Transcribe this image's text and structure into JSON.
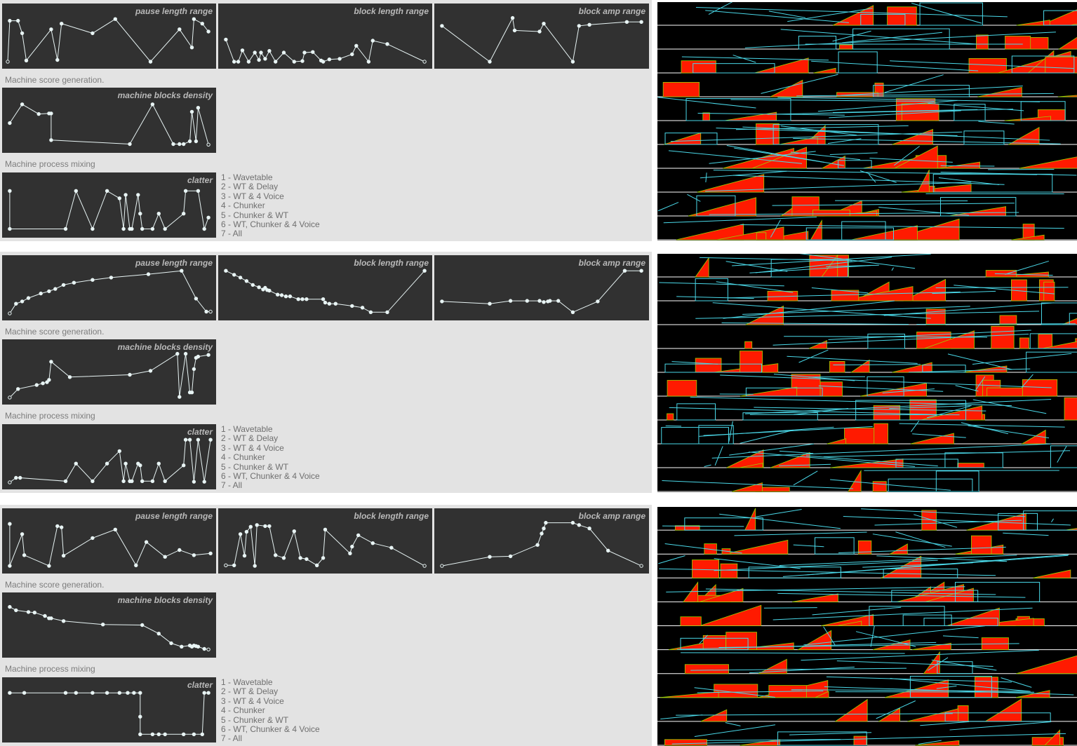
{
  "envelope_titles": {
    "pause": "pause length range",
    "block_length": "block length range",
    "block_amp": "block amp range",
    "density": "machine blocks density",
    "clatter": "clatter"
  },
  "captions": {
    "score_generation": "Machine score generation.",
    "process_mixing": "Machine process mixing"
  },
  "mixing_modes": [
    "1 - Wavetable",
    "2 - WT & Delay",
    "3 - WT  & 4 Voice",
    "4 - Chunker",
    "5 - Chunker & WT",
    "6 - WT, Chunker & 4 Voice",
    "7 - All"
  ],
  "colors": {
    "panel_bg": "#e3e3e3",
    "env_bg": "#313131",
    "env_line": "#e8f4f4",
    "score_bg": "#000000",
    "score_line": "#4ad8e8",
    "score_fill": "#ff1a00"
  },
  "machines": [
    {
      "envelopes": {
        "pause": [
          [
            0.01,
            0.05
          ],
          [
            0.02,
            0.77
          ],
          [
            0.06,
            0.77
          ],
          [
            0.08,
            0.55
          ],
          [
            0.1,
            0.07
          ],
          [
            0.22,
            0.62
          ],
          [
            0.25,
            0.08
          ],
          [
            0.27,
            0.72
          ],
          [
            0.42,
            0.55
          ],
          [
            0.53,
            0.8
          ],
          [
            0.7,
            0.05
          ],
          [
            0.84,
            0.62
          ],
          [
            0.9,
            0.3
          ],
          [
            0.91,
            0.8
          ],
          [
            0.95,
            0.72
          ],
          [
            0.98,
            0.58
          ]
        ],
        "block_length": [
          [
            0.02,
            0.44
          ],
          [
            0.06,
            0.05
          ],
          [
            0.08,
            0.05
          ],
          [
            0.1,
            0.25
          ],
          [
            0.13,
            0.05
          ],
          [
            0.16,
            0.21
          ],
          [
            0.18,
            0.08
          ],
          [
            0.19,
            0.21
          ],
          [
            0.21,
            0.1
          ],
          [
            0.23,
            0.24
          ],
          [
            0.26,
            0.05
          ],
          [
            0.3,
            0.21
          ],
          [
            0.35,
            0.05
          ],
          [
            0.39,
            0.06
          ],
          [
            0.4,
            0.21
          ],
          [
            0.44,
            0.22
          ],
          [
            0.48,
            0.07
          ],
          [
            0.49,
            0.05
          ],
          [
            0.52,
            0.09
          ],
          [
            0.57,
            0.1
          ],
          [
            0.63,
            0.18
          ],
          [
            0.65,
            0.33
          ],
          [
            0.71,
            0.05
          ],
          [
            0.73,
            0.42
          ],
          [
            0.8,
            0.36
          ],
          [
            0.98,
            0.05
          ]
        ],
        "block_amp": [
          [
            0.02,
            0.68
          ],
          [
            0.25,
            0.05
          ],
          [
            0.36,
            0.82
          ],
          [
            0.37,
            0.6
          ],
          [
            0.49,
            0.58
          ],
          [
            0.51,
            0.72
          ],
          [
            0.65,
            0.05
          ],
          [
            0.68,
            0.68
          ],
          [
            0.73,
            0.7
          ],
          [
            0.91,
            0.75
          ],
          [
            0.98,
            0.75
          ]
        ],
        "density": [
          [
            0.02,
            0.45
          ],
          [
            0.08,
            0.78
          ],
          [
            0.16,
            0.61
          ],
          [
            0.21,
            0.62
          ],
          [
            0.22,
            0.62
          ],
          [
            0.22,
            0.15
          ],
          [
            0.6,
            0.08
          ],
          [
            0.71,
            0.78
          ],
          [
            0.81,
            0.08
          ],
          [
            0.84,
            0.08
          ],
          [
            0.86,
            0.08
          ],
          [
            0.89,
            0.13
          ],
          [
            0.9,
            0.65
          ],
          [
            0.92,
            0.13
          ],
          [
            0.93,
            0.72
          ],
          [
            0.98,
            0.07
          ]
        ],
        "clatter": [
          [
            0.02,
            0.75
          ],
          [
            0.02,
            0.08
          ],
          [
            0.29,
            0.08
          ],
          [
            0.34,
            0.75
          ],
          [
            0.42,
            0.08
          ],
          [
            0.49,
            0.75
          ],
          [
            0.55,
            0.62
          ],
          [
            0.57,
            0.08
          ],
          [
            0.58,
            0.68
          ],
          [
            0.6,
            0.08
          ],
          [
            0.61,
            0.08
          ],
          [
            0.64,
            0.68
          ],
          [
            0.65,
            0.35
          ],
          [
            0.66,
            0.08
          ],
          [
            0.71,
            0.08
          ],
          [
            0.74,
            0.35
          ],
          [
            0.77,
            0.08
          ],
          [
            0.86,
            0.35
          ],
          [
            0.87,
            0.75
          ],
          [
            0.93,
            0.75
          ],
          [
            0.96,
            0.08
          ],
          [
            0.98,
            0.28
          ]
        ]
      }
    },
    {
      "envelopes": {
        "pause": [
          [
            0.02,
            0.05
          ],
          [
            0.05,
            0.22
          ],
          [
            0.08,
            0.26
          ],
          [
            0.11,
            0.32
          ],
          [
            0.17,
            0.4
          ],
          [
            0.21,
            0.44
          ],
          [
            0.24,
            0.48
          ],
          [
            0.28,
            0.55
          ],
          [
            0.33,
            0.59
          ],
          [
            0.42,
            0.64
          ],
          [
            0.51,
            0.68
          ],
          [
            0.69,
            0.74
          ],
          [
            0.85,
            0.8
          ],
          [
            0.92,
            0.31
          ],
          [
            0.97,
            0.08
          ],
          [
            0.99,
            0.08
          ]
        ],
        "block_length": [
          [
            0.02,
            0.8
          ],
          [
            0.06,
            0.73
          ],
          [
            0.09,
            0.68
          ],
          [
            0.12,
            0.62
          ],
          [
            0.15,
            0.55
          ],
          [
            0.18,
            0.51
          ],
          [
            0.2,
            0.47
          ],
          [
            0.21,
            0.5
          ],
          [
            0.22,
            0.46
          ],
          [
            0.23,
            0.45
          ],
          [
            0.27,
            0.38
          ],
          [
            0.29,
            0.37
          ],
          [
            0.31,
            0.35
          ],
          [
            0.33,
            0.35
          ],
          [
            0.37,
            0.3
          ],
          [
            0.39,
            0.3
          ],
          [
            0.41,
            0.3
          ],
          [
            0.49,
            0.3
          ],
          [
            0.5,
            0.24
          ],
          [
            0.52,
            0.22
          ],
          [
            0.55,
            0.22
          ],
          [
            0.63,
            0.18
          ],
          [
            0.68,
            0.15
          ],
          [
            0.72,
            0.07
          ],
          [
            0.8,
            0.07
          ],
          [
            0.98,
            0.8
          ]
        ],
        "block_amp": [
          [
            0.02,
            0.26
          ],
          [
            0.25,
            0.22
          ],
          [
            0.35,
            0.27
          ],
          [
            0.43,
            0.27
          ],
          [
            0.49,
            0.27
          ],
          [
            0.51,
            0.25
          ],
          [
            0.53,
            0.26
          ],
          [
            0.54,
            0.27
          ],
          [
            0.58,
            0.27
          ],
          [
            0.65,
            0.07
          ],
          [
            0.77,
            0.26
          ],
          [
            0.9,
            0.8
          ],
          [
            0.98,
            0.8
          ]
        ],
        "density": [
          [
            0.02,
            0.05
          ],
          [
            0.06,
            0.2
          ],
          [
            0.15,
            0.27
          ],
          [
            0.18,
            0.3
          ],
          [
            0.2,
            0.32
          ],
          [
            0.21,
            0.36
          ],
          [
            0.22,
            0.68
          ],
          [
            0.31,
            0.41
          ],
          [
            0.6,
            0.45
          ],
          [
            0.7,
            0.52
          ],
          [
            0.83,
            0.82
          ],
          [
            0.84,
            0.06
          ],
          [
            0.87,
            0.82
          ],
          [
            0.89,
            0.14
          ],
          [
            0.9,
            0.14
          ],
          [
            0.91,
            0.55
          ],
          [
            0.92,
            0.75
          ],
          [
            0.93,
            0.77
          ],
          [
            0.98,
            0.8
          ]
        ],
        "clatter": [
          [
            0.02,
            0.05
          ],
          [
            0.05,
            0.13
          ],
          [
            0.07,
            0.13
          ],
          [
            0.29,
            0.07
          ],
          [
            0.34,
            0.38
          ],
          [
            0.42,
            0.07
          ],
          [
            0.49,
            0.38
          ],
          [
            0.55,
            0.6
          ],
          [
            0.57,
            0.07
          ],
          [
            0.58,
            0.38
          ],
          [
            0.6,
            0.07
          ],
          [
            0.61,
            0.07
          ],
          [
            0.64,
            0.38
          ],
          [
            0.65,
            0.35
          ],
          [
            0.66,
            0.07
          ],
          [
            0.71,
            0.07
          ],
          [
            0.74,
            0.38
          ],
          [
            0.77,
            0.07
          ],
          [
            0.86,
            0.35
          ],
          [
            0.87,
            0.8
          ],
          [
            0.89,
            0.8
          ],
          [
            0.91,
            0.06
          ],
          [
            0.93,
            0.8
          ],
          [
            0.96,
            0.06
          ],
          [
            0.99,
            0.8
          ]
        ]
      }
    },
    {
      "envelopes": {
        "pause": [
          [
            0.02,
            0.8
          ],
          [
            0.02,
            0.06
          ],
          [
            0.08,
            0.62
          ],
          [
            0.09,
            0.25
          ],
          [
            0.21,
            0.06
          ],
          [
            0.25,
            0.76
          ],
          [
            0.27,
            0.74
          ],
          [
            0.28,
            0.24
          ],
          [
            0.42,
            0.55
          ],
          [
            0.53,
            0.7
          ],
          [
            0.63,
            0.07
          ],
          [
            0.68,
            0.48
          ],
          [
            0.77,
            0.22
          ],
          [
            0.84,
            0.34
          ],
          [
            0.91,
            0.25
          ],
          [
            0.99,
            0.28
          ]
        ],
        "block_length": [
          [
            0.02,
            0.07
          ],
          [
            0.06,
            0.07
          ],
          [
            0.09,
            0.62
          ],
          [
            0.11,
            0.24
          ],
          [
            0.12,
            0.66
          ],
          [
            0.14,
            0.75
          ],
          [
            0.16,
            0.06
          ],
          [
            0.17,
            0.78
          ],
          [
            0.21,
            0.76
          ],
          [
            0.23,
            0.76
          ],
          [
            0.26,
            0.25
          ],
          [
            0.3,
            0.2
          ],
          [
            0.35,
            0.67
          ],
          [
            0.38,
            0.2
          ],
          [
            0.41,
            0.18
          ],
          [
            0.46,
            0.07
          ],
          [
            0.49,
            0.2
          ],
          [
            0.5,
            0.7
          ],
          [
            0.62,
            0.28
          ],
          [
            0.63,
            0.4
          ],
          [
            0.66,
            0.6
          ],
          [
            0.73,
            0.46
          ],
          [
            0.82,
            0.38
          ],
          [
            0.98,
            0.06
          ]
        ],
        "block_amp": [
          [
            0.02,
            0.06
          ],
          [
            0.25,
            0.22
          ],
          [
            0.35,
            0.23
          ],
          [
            0.48,
            0.43
          ],
          [
            0.5,
            0.63
          ],
          [
            0.51,
            0.72
          ],
          [
            0.52,
            0.82
          ],
          [
            0.65,
            0.82
          ],
          [
            0.68,
            0.78
          ],
          [
            0.73,
            0.72
          ],
          [
            0.82,
            0.33
          ],
          [
            0.98,
            0.06
          ]
        ],
        "density": [
          [
            0.02,
            0.82
          ],
          [
            0.05,
            0.76
          ],
          [
            0.11,
            0.73
          ],
          [
            0.14,
            0.72
          ],
          [
            0.19,
            0.66
          ],
          [
            0.21,
            0.62
          ],
          [
            0.22,
            0.62
          ],
          [
            0.28,
            0.57
          ],
          [
            0.47,
            0.51
          ],
          [
            0.66,
            0.5
          ],
          [
            0.74,
            0.35
          ],
          [
            0.8,
            0.18
          ],
          [
            0.85,
            0.12
          ],
          [
            0.89,
            0.14
          ],
          [
            0.9,
            0.12
          ],
          [
            0.91,
            0.14
          ],
          [
            0.92,
            0.13
          ],
          [
            0.93,
            0.12
          ],
          [
            0.96,
            0.08
          ],
          [
            0.98,
            0.07
          ]
        ],
        "clatter": [
          [
            0.02,
            0.8
          ],
          [
            0.09,
            0.8
          ],
          [
            0.29,
            0.8
          ],
          [
            0.34,
            0.8
          ],
          [
            0.42,
            0.8
          ],
          [
            0.49,
            0.8
          ],
          [
            0.55,
            0.8
          ],
          [
            0.59,
            0.8
          ],
          [
            0.62,
            0.8
          ],
          [
            0.65,
            0.8
          ],
          [
            0.65,
            0.38
          ],
          [
            0.65,
            0.07
          ],
          [
            0.71,
            0.07
          ],
          [
            0.74,
            0.07
          ],
          [
            0.77,
            0.07
          ],
          [
            0.86,
            0.07
          ],
          [
            0.91,
            0.07
          ],
          [
            0.95,
            0.07
          ],
          [
            0.96,
            0.8
          ],
          [
            0.98,
            0.8
          ]
        ]
      }
    }
  ]
}
